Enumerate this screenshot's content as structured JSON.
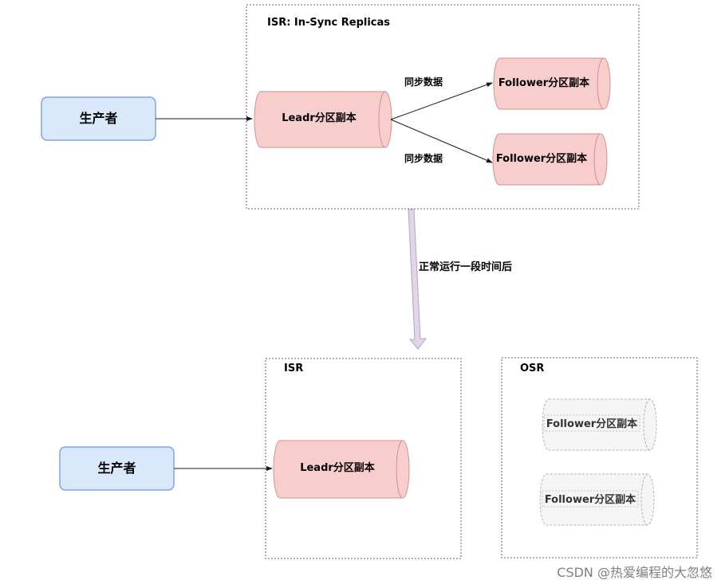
{
  "top": {
    "group_label": "ISR: In-Sync Replicas",
    "producer": "生产者",
    "leader": "Leadr分区副本",
    "followers": [
      "Follower分区副本",
      "Follower分区副本"
    ],
    "sync_labels": [
      "同步数据",
      "同步数据"
    ]
  },
  "transition": {
    "label": "正常运行一段时间后"
  },
  "bottom": {
    "isr_label": "ISR",
    "osr_label": "OSR",
    "producer": "生产者",
    "leader": "Leadr分区副本",
    "osr_followers": [
      "Follower分区副本",
      "Follower分区副本"
    ]
  },
  "watermark": "CSDN @热爱编程的大忽悠",
  "colors": {
    "producer_fill": "#dae8fc",
    "producer_stroke": "#7ea6e0",
    "replica_fill": "#f8cecc",
    "replica_stroke": "#d48f8b",
    "osr_fill": "#f5f5f5",
    "osr_stroke": "#b3b3b3",
    "transition_arrow": "#e1d5e7",
    "transition_arrow_stroke": "#b5a3c7",
    "group_border": "#666666",
    "watermark": "#7f7f7f"
  }
}
